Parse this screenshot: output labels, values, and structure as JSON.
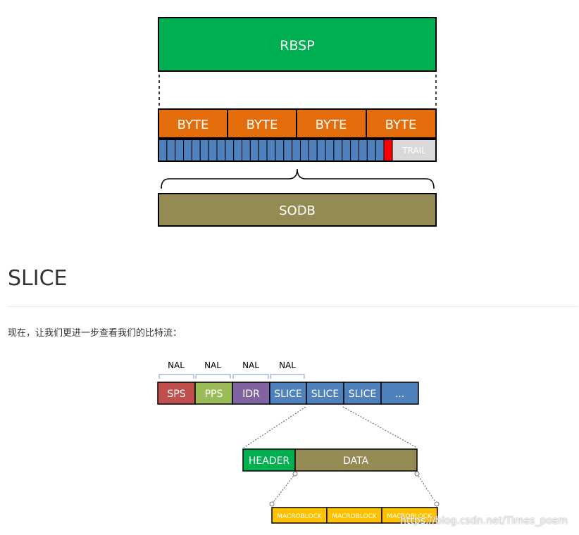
{
  "figure1": {
    "rbsp_label": "RBSP",
    "byte_labels": [
      "BYTE",
      "BYTE",
      "BYTE",
      "BYTE"
    ],
    "bit_cell_count": 27,
    "trail_label": "TRAIL",
    "sodb_label": "SODB",
    "colors": {
      "rbsp": "#00b050",
      "byte": "#e46c0a",
      "bit": "#4f81bd",
      "stop_bit": "#ff0000",
      "trail": "#d9d9d9",
      "sodb": "#948a54"
    }
  },
  "section": {
    "heading": "SLICE",
    "intro": "现在，让我们更进一步查看我们的比特流："
  },
  "figure2": {
    "nal_labels": [
      "NAL",
      "NAL",
      "NAL",
      "NAL"
    ],
    "stream_units": [
      {
        "label": "SPS",
        "color": "#c0504d"
      },
      {
        "label": "PPS",
        "color": "#9bbb59"
      },
      {
        "label": "IDR",
        "color": "#8064a2"
      },
      {
        "label": "SLICE",
        "color": "#4f81bd"
      },
      {
        "label": "SLICE",
        "color": "#4f81bd"
      },
      {
        "label": "SLICE",
        "color": "#4f81bd"
      },
      {
        "label": "...",
        "color": "#4f81bd"
      }
    ],
    "header_label": "HEADER",
    "data_label": "DATA",
    "macroblock_labels": [
      "MACROBLOCK",
      "MACROBLOCK",
      "MACROBLOCK"
    ],
    "colors": {
      "header": "#00b050",
      "data": "#948a54",
      "macroblock": "#ffc000"
    }
  },
  "watermark": "https://blog.csdn.net/Times_poem"
}
